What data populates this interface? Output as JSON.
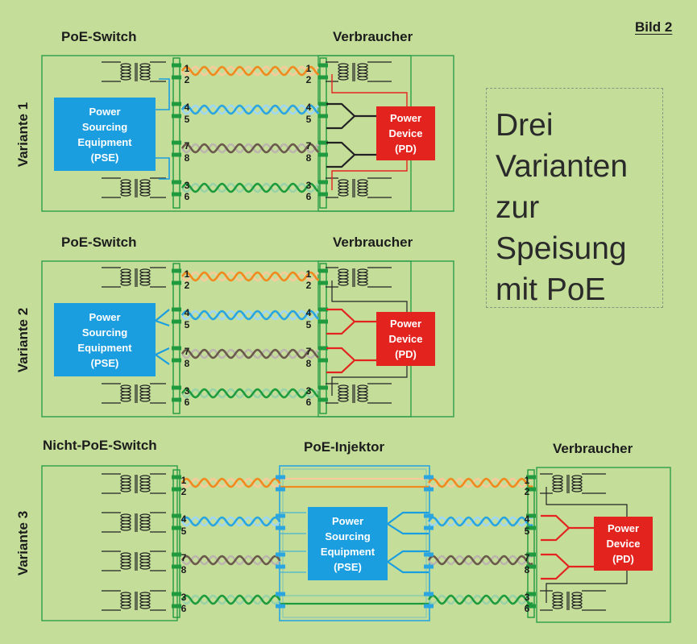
{
  "figure_label": "Bild 2",
  "title_lines": [
    "Drei",
    "Varianten",
    "zur",
    "Speisung",
    "mit PoE"
  ],
  "variants": [
    {
      "label": "Variante 1",
      "left_device": "PoE-Switch",
      "right_device": "Verbraucher",
      "pse": {
        "line1": "Power",
        "line2": "Sourcing",
        "line3": "Equipment",
        "line4": "(PSE)"
      },
      "pd": {
        "line1": "Power",
        "line2": "Device",
        "line3": "(PD)"
      },
      "pairs": [
        {
          "pins": [
            "1",
            "2"
          ],
          "color": "#f08a1e"
        },
        {
          "pins": [
            "4",
            "5"
          ],
          "color": "#2aa5e0"
        },
        {
          "pins": [
            "7",
            "8"
          ],
          "color": "#6b5a4c"
        },
        {
          "pins": [
            "3",
            "6"
          ],
          "color": "#1e9b3c"
        }
      ]
    },
    {
      "label": "Variante 2",
      "left_device": "PoE-Switch",
      "right_device": "Verbraucher",
      "pse": {
        "line1": "Power",
        "line2": "Sourcing",
        "line3": "Equipment",
        "line4": "(PSE)"
      },
      "pd": {
        "line1": "Power",
        "line2": "Device",
        "line3": "(PD)"
      },
      "pairs": [
        {
          "pins": [
            "1",
            "2"
          ],
          "color": "#f08a1e"
        },
        {
          "pins": [
            "4",
            "5"
          ],
          "color": "#2aa5e0"
        },
        {
          "pins": [
            "7",
            "8"
          ],
          "color": "#6b5a4c"
        },
        {
          "pins": [
            "3",
            "6"
          ],
          "color": "#1e9b3c"
        }
      ]
    },
    {
      "label": "Variante 3",
      "left_device": "Nicht-PoE-Switch",
      "injector": "PoE-Injektor",
      "right_device": "Verbraucher",
      "pse": {
        "line1": "Power",
        "line2": "Sourcing",
        "line3": "Equipment",
        "line4": "(PSE)"
      },
      "pd": {
        "line1": "Power",
        "line2": "Device",
        "line3": "(PD)"
      },
      "pairs": [
        {
          "pins": [
            "1",
            "2"
          ],
          "color": "#f08a1e"
        },
        {
          "pins": [
            "4",
            "5"
          ],
          "color": "#2aa5e0"
        },
        {
          "pins": [
            "7",
            "8"
          ],
          "color": "#6b5a4c"
        },
        {
          "pins": [
            "3",
            "6"
          ],
          "color": "#1e9b3c"
        }
      ]
    }
  ],
  "colors": {
    "background": "#c4de9a",
    "frame": "#2e9e4a",
    "connector": "#1f9a3e",
    "pse": "#1b9ee0",
    "pd": "#e3241e",
    "power_wire": "#222222",
    "injector_frame": "#2aa5e0"
  }
}
